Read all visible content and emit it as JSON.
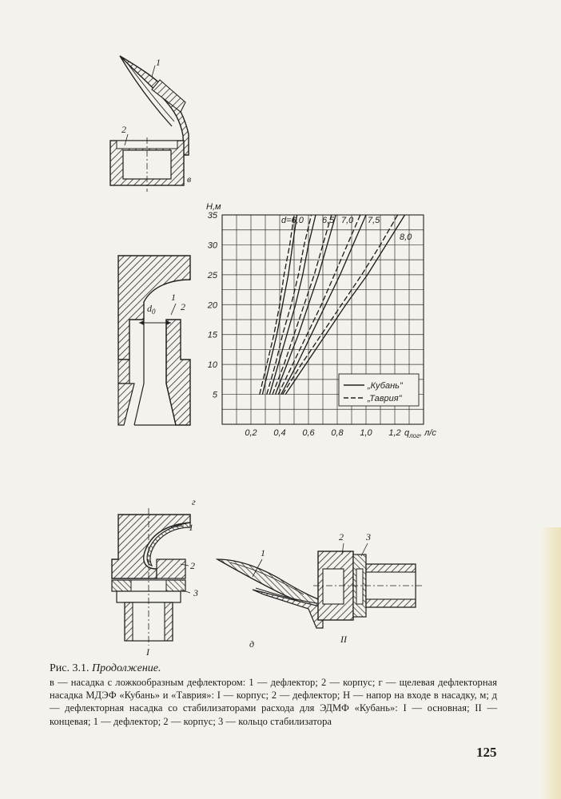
{
  "figures": {
    "v": {
      "letter": "в",
      "label_1": "1",
      "label_2": "2"
    },
    "nozzle_d0": {
      "label_d0": "d",
      "label_d0_sub": "0",
      "label_1": "1",
      "label_2": "2"
    },
    "g": {
      "letter": "г",
      "label_1": "1",
      "label_2": "2",
      "label_3": "3",
      "roman": "I"
    },
    "d": {
      "letter": "д",
      "label_1": "1",
      "label_2": "2",
      "label_3": "3",
      "roman": "II"
    }
  },
  "chart_data": {
    "type": "line",
    "ylabel": "H,м",
    "xlabel": "q",
    "xlabel_sub": "лог",
    "xlabel_unit": ", л/с",
    "xlim": [
      0,
      1.4
    ],
    "ylim": [
      0,
      35
    ],
    "x_ticks": [
      "0,2",
      "0,4",
      "0,6",
      "0,8",
      "1,0",
      "1,2"
    ],
    "y_ticks": [
      "5",
      "10",
      "15",
      "20",
      "25",
      "30",
      "35"
    ],
    "grid": true,
    "legend_position": "bottom-right",
    "curve_labels": [
      "d=6,0",
      "6,5",
      "7,0",
      "7,5",
      "8,0"
    ],
    "legend": [
      {
        "name": "„Кубань\"",
        "dash": "solid"
      },
      {
        "name": "„Таврия\"",
        "dash": "dashed"
      }
    ],
    "series": [
      {
        "name": "d=6,0",
        "dash": "solid",
        "points": [
          [
            0.28,
            5
          ],
          [
            0.33,
            10
          ],
          [
            0.38,
            15
          ],
          [
            0.42,
            20
          ],
          [
            0.46,
            25
          ],
          [
            0.49,
            30
          ],
          [
            0.52,
            35
          ]
        ]
      },
      {
        "name": "d=6,0",
        "dash": "dashed",
        "points": [
          [
            0.26,
            5
          ],
          [
            0.31,
            10
          ],
          [
            0.36,
            15
          ],
          [
            0.4,
            20
          ],
          [
            0.43,
            25
          ],
          [
            0.47,
            30
          ],
          [
            0.5,
            35
          ]
        ]
      },
      {
        "name": "6,5",
        "dash": "solid",
        "points": [
          [
            0.33,
            5
          ],
          [
            0.39,
            10
          ],
          [
            0.45,
            15
          ],
          [
            0.51,
            20
          ],
          [
            0.56,
            25
          ],
          [
            0.6,
            30
          ],
          [
            0.65,
            35
          ]
        ]
      },
      {
        "name": "6,5",
        "dash": "dashed",
        "points": [
          [
            0.31,
            5
          ],
          [
            0.37,
            10
          ],
          [
            0.42,
            15
          ],
          [
            0.48,
            20
          ],
          [
            0.53,
            25
          ],
          [
            0.57,
            30
          ],
          [
            0.62,
            35
          ]
        ]
      },
      {
        "name": "7,0",
        "dash": "solid",
        "points": [
          [
            0.37,
            5
          ],
          [
            0.45,
            10
          ],
          [
            0.53,
            15
          ],
          [
            0.6,
            20
          ],
          [
            0.67,
            25
          ],
          [
            0.73,
            30
          ],
          [
            0.79,
            35
          ]
        ]
      },
      {
        "name": "7,0",
        "dash": "dashed",
        "points": [
          [
            0.35,
            5
          ],
          [
            0.43,
            10
          ],
          [
            0.5,
            15
          ],
          [
            0.57,
            20
          ],
          [
            0.64,
            25
          ],
          [
            0.7,
            30
          ],
          [
            0.76,
            35
          ]
        ]
      },
      {
        "name": "7,5",
        "dash": "solid",
        "points": [
          [
            0.41,
            5
          ],
          [
            0.52,
            10
          ],
          [
            0.62,
            15
          ],
          [
            0.72,
            20
          ],
          [
            0.82,
            25
          ],
          [
            0.91,
            30
          ],
          [
            1.0,
            35
          ]
        ]
      },
      {
        "name": "7,5",
        "dash": "dashed",
        "points": [
          [
            0.39,
            5
          ],
          [
            0.49,
            10
          ],
          [
            0.59,
            15
          ],
          [
            0.69,
            20
          ],
          [
            0.78,
            25
          ],
          [
            0.87,
            30
          ],
          [
            0.96,
            35
          ]
        ]
      },
      {
        "name": "8,0",
        "dash": "solid",
        "points": [
          [
            0.44,
            5
          ],
          [
            0.58,
            10
          ],
          [
            0.72,
            15
          ],
          [
            0.86,
            20
          ],
          [
            1.01,
            25
          ],
          [
            1.14,
            30
          ],
          [
            1.27,
            35
          ]
        ]
      },
      {
        "name": "8,0",
        "dash": "dashed",
        "points": [
          [
            0.42,
            5
          ],
          [
            0.55,
            10
          ],
          [
            0.69,
            15
          ],
          [
            0.83,
            20
          ],
          [
            0.97,
            25
          ],
          [
            1.1,
            30
          ],
          [
            1.22,
            35
          ]
        ]
      }
    ]
  },
  "caption": {
    "title_prefix": "Рис. 3.1. ",
    "title_italic": "Продолжение.",
    "body": "в — насадка с ложкообразным дефлектором: 1 — дефлектор; 2 — корпус; г — щелевая дефлекторная насадка МДЭФ «Кубань» и «Таврия»: I — корпус; 2 — дефлектор; H — напор на входе в насадку, м; д — дефлекторная насадка со стабилизаторами расхода для ЭДМФ «Кубань»: I — основная; II — концевая; 1 — дефлектор; 2 — корпус; 3 — кольцо стабилизатора"
  },
  "page_number": "125"
}
